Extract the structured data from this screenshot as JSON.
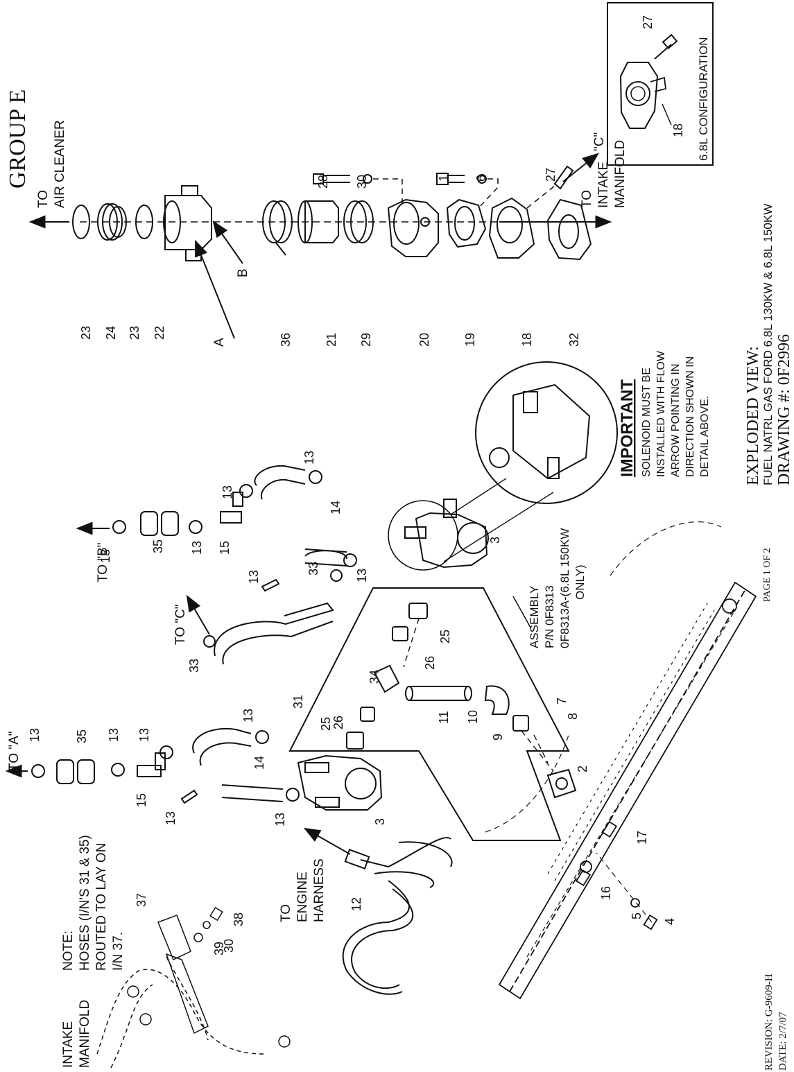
{
  "header": {
    "group": "GROUP E"
  },
  "title_block": {
    "line1": "EXPLODED VIEW:",
    "line2": "FUEL NATRL GAS FORD 6.8L 130KW & 6.8L 150KW",
    "line3": "DRAWING #: 0F2996"
  },
  "footer": {
    "page": "PAGE 1 OF 2",
    "revision": "REVISION: G-9609-H",
    "date": "DATE:  2/7/07"
  },
  "inset": {
    "caption": "6.8L CONFIGURATION",
    "part_a": "27",
    "part_b": "18"
  },
  "important": {
    "heading": "IMPORTANT",
    "lines": [
      "SOLENOID MUST BE",
      "INSTALLED WITH FLOW",
      "ARROW POINTING IN",
      "DIRECTION SHOWN IN",
      "DETAIL ABOVE."
    ]
  },
  "note": {
    "lines": [
      "NOTE:",
      "HOSES (I/N'S 31 & 35)",
      "ROUTED TO LAY ON",
      "I/N 37."
    ]
  },
  "assembly": {
    "lines": [
      "ASSEMBLY",
      "P/N 0F8313",
      "0F8313A-(6.8L 150KW",
      "ONLY)"
    ]
  },
  "callouts": {
    "to_air_cleaner": [
      "TO",
      "AIR CLEANER"
    ],
    "to_intake_manifold_right": [
      "TO",
      "INTAKE",
      "MANIFOLD"
    ],
    "intake_manifold_left": [
      "INTAKE",
      "MANIFOLD"
    ],
    "to_engine_harness": [
      "TO",
      "ENGINE",
      "HARNESS"
    ],
    "to_a": "TO \"A\"",
    "to_b": "TO \"B\"",
    "to_c": "TO \"C\"",
    "c_ref": "\"C\"",
    "a_ref": "A",
    "b_ref": "B"
  },
  "part_numbers": {
    "p1": "1",
    "p2": "2",
    "p3": "3",
    "p4": "4",
    "p5": "5",
    "p6": "6",
    "p7": "7",
    "p8": "8",
    "p9": "9",
    "p10": "10",
    "p11": "11",
    "p12": "12",
    "p13": "13",
    "p14": "14",
    "p15": "15",
    "p16": "16",
    "p17": "17",
    "p18": "18",
    "p19": "19",
    "p20": "20",
    "p21": "21",
    "p22": "22",
    "p23": "23",
    "p24": "24",
    "p25": "25",
    "p26": "26",
    "p27": "27",
    "p28": "28",
    "p29": "29",
    "p30": "30",
    "p31": "31",
    "p32": "32",
    "p33": "33",
    "p34": "34",
    "p35": "35",
    "p36": "36",
    "p37": "37",
    "p38": "38",
    "p39": "39"
  }
}
